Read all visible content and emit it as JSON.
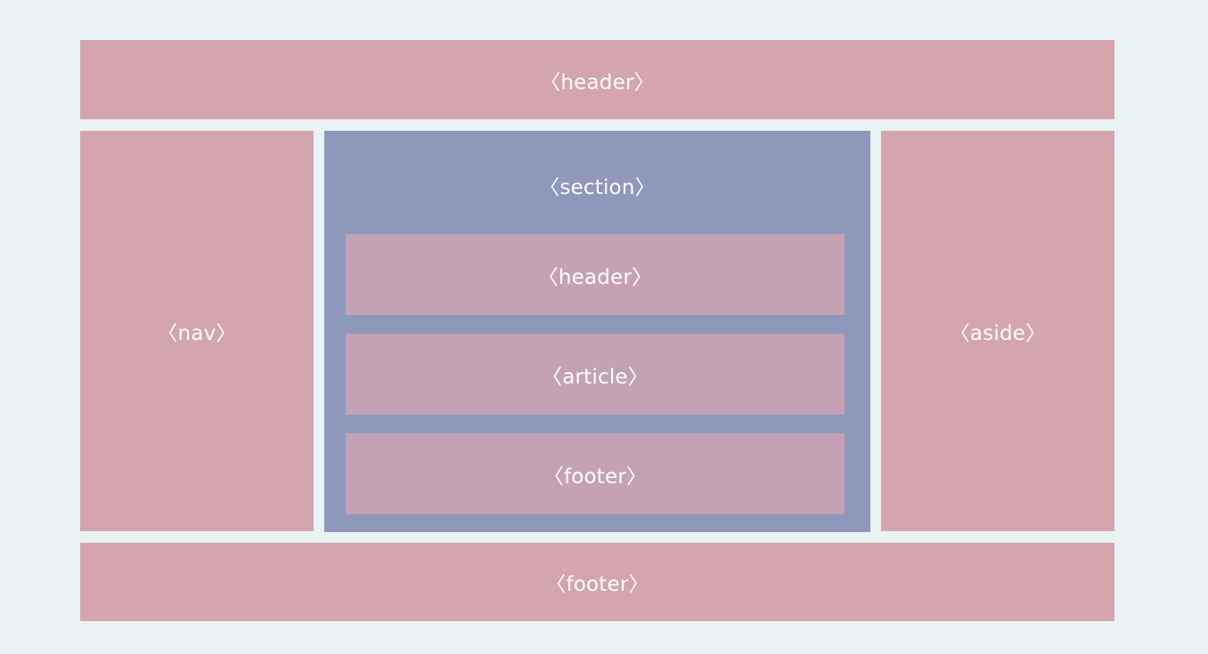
{
  "colors": {
    "background": "#eaf3f4",
    "outer_block": "#d4a5ae",
    "section_block": "#8e98bb",
    "inner_block": "#c4a2b3",
    "text": "#ffffff"
  },
  "layout_labels": {
    "header": "〈header〉",
    "nav": "〈nav〉",
    "aside": "〈aside〉",
    "footer": "〈footer〉"
  },
  "section": {
    "label": "〈section〉",
    "children": {
      "header": "〈header〉",
      "article": "〈article〉",
      "footer": "〈footer〉"
    }
  }
}
